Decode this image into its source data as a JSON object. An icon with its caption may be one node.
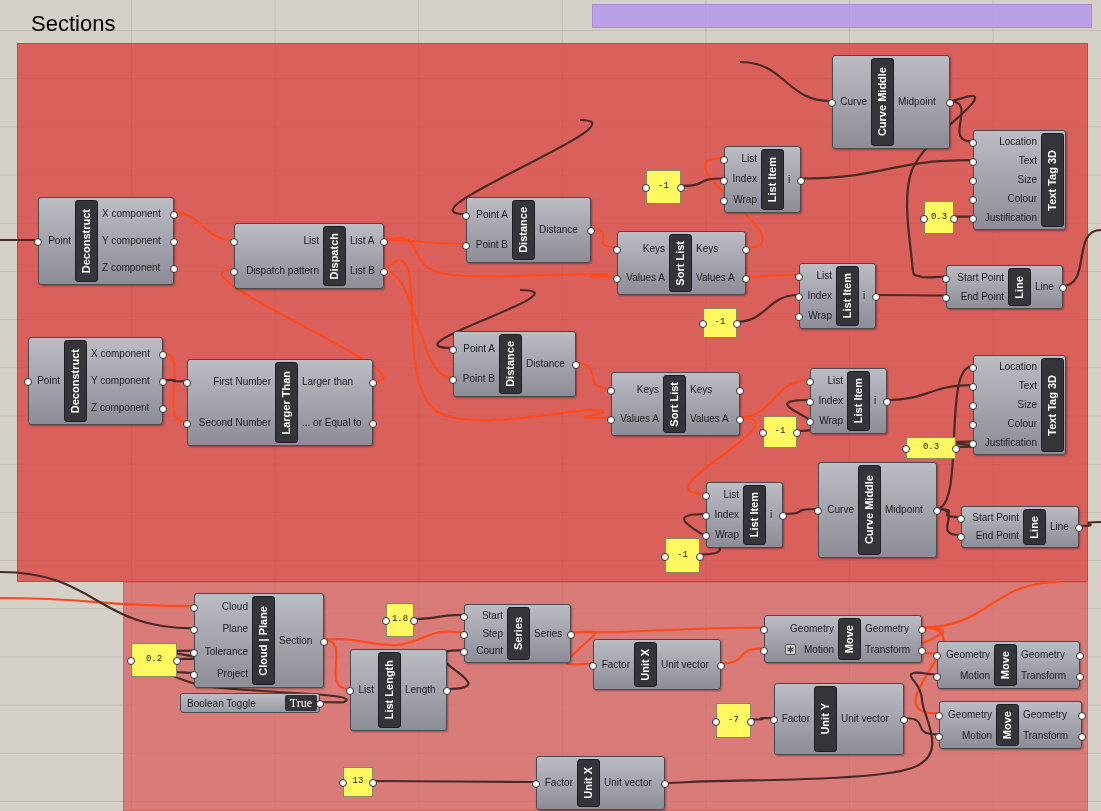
{
  "diagram": {
    "nodes": [
      {
        "text": [
          "Sections"
        ]
      },
      {
        "text": [],
        "shape": "box"
      },
      {
        "text": [],
        "shape": "box"
      },
      {
        "text": [
          "Deconstruct",
          "Point",
          "X component",
          "Y component",
          "Z component"
        ],
        "in": 0
      },
      {
        "text": [
          "Dispatch",
          "List",
          "Dispatch pattern",
          "List A",
          "List B"
        ],
        "in": 0
      },
      {
        "text": [
          "Distance",
          "Point A",
          "Point B",
          "Distance"
        ],
        "in": 0
      },
      {
        "text": [
          "Curve Middle",
          "Curve",
          "Midpoint"
        ],
        "in": 0
      },
      {
        "text": [
          "List Item",
          "List",
          "Index",
          "Wrap",
          "i"
        ],
        "in": 0
      },
      {
        "text": [
          "-1"
        ],
        "in": 0
      },
      {
        "text": [
          "Text Tag 3D",
          "Location",
          "Text",
          "Size",
          "Colour",
          "Justification"
        ],
        "in": 0
      },
      {
        "text": [
          "0.3"
        ],
        "in": 0
      },
      {
        "text": [
          "Sort List",
          "Keys",
          "Values A",
          "Keys",
          "Values A"
        ],
        "in": 0
      },
      {
        "text": [
          "List Item",
          "List",
          "Index",
          "Wrap",
          "i"
        ],
        "in": 0
      },
      {
        "text": [
          "Line",
          "Start Point",
          "End Point",
          "Line"
        ],
        "in": 0
      },
      {
        "text": [
          "-1"
        ],
        "in": 0
      },
      {
        "text": [
          "Deconstruct",
          "Point",
          "X component",
          "Y component",
          "Z component"
        ],
        "in": 0
      },
      {
        "text": [
          "Larger Than",
          "First Number",
          "Second Number",
          "Larger than",
          "... or Equal to"
        ],
        "in": 0
      },
      {
        "text": [
          "Distance",
          "Point A",
          "Point B",
          "Distance"
        ],
        "in": 0
      },
      {
        "text": [
          "Sort List",
          "Keys",
          "Values A",
          "Keys",
          "Values A"
        ],
        "in": 0
      },
      {
        "text": [
          "List Item",
          "List",
          "Index",
          "Wrap",
          "i"
        ],
        "in": 0
      },
      {
        "text": [
          "-1"
        ],
        "in": 0
      },
      {
        "text": [
          "Text Tag 3D",
          "Location",
          "Text",
          "Size",
          "Colour",
          "Justification"
        ],
        "in": 0
      },
      {
        "text": [
          "0.3"
        ],
        "in": 0
      },
      {
        "text": [
          "List Item",
          "List",
          "Index",
          "Wrap",
          "i"
        ],
        "in": 0
      },
      {
        "text": [
          "-1"
        ],
        "in": 0
      },
      {
        "text": [
          "Curve Middle",
          "Curve",
          "Midpoint"
        ],
        "in": 0
      },
      {
        "text": [
          "Line",
          "Start Point",
          "End Point",
          "Line"
        ],
        "in": 0
      },
      {
        "text": [
          "Cloud | Plane",
          "Cloud",
          "Plane",
          "Tolerance",
          "Project",
          "Section"
        ],
        "in": 1
      },
      {
        "text": [
          "0.2"
        ],
        "in": 1
      },
      {
        "text": [
          "Boolean Toggle",
          "True"
        ],
        "in": 1
      },
      {
        "text": [
          "1.8"
        ],
        "in": 1
      },
      {
        "text": [
          "Series",
          "Start",
          "Step",
          "Count",
          "Series"
        ],
        "in": 1
      },
      {
        "text": [
          "List Length",
          "List",
          "Length"
        ],
        "in": 1
      },
      {
        "text": [
          "Unit X",
          "Factor",
          "Unit vector"
        ],
        "in": 1
      },
      {
        "text": [
          "Move",
          "Geometry",
          "Motion",
          "Geometry",
          "Transform"
        ],
        "in": 1
      },
      {
        "text": [
          "Move",
          "Geometry",
          "Motion",
          "Geometry",
          "Transform"
        ],
        "in": 1
      },
      {
        "text": [
          "Unit Y",
          "Factor",
          "Unit vector"
        ],
        "in": 1
      },
      {
        "text": [
          "-7"
        ],
        "in": 1
      },
      {
        "text": [
          "Move",
          "Geometry",
          "Motion",
          "Geometry",
          "Transform"
        ],
        "in": 1
      },
      {
        "text": [
          "13"
        ],
        "in": 1
      },
      {
        "text": [
          "Unit X",
          "Factor",
          "Unit vector"
        ],
        "in": 1
      }
    ],
    "edges": [
      {
        "from": null,
        "to": 3,
        "arrow": "none"
      },
      {
        "from": 3,
        "to": 4,
        "arrow": "none",
        "color": "#ff4a1a"
      },
      {
        "from": 15,
        "to": 16,
        "arrow": "none",
        "color": "#ff4a1a"
      },
      {
        "from": 15,
        "to": 16,
        "arrow": "none"
      },
      {
        "from": 16,
        "to": 4,
        "arrow": "none",
        "color": "#ff4a1a"
      },
      {
        "from": 4,
        "to": 5,
        "arrow": "none",
        "color": "#ff4a1a"
      },
      {
        "from": 4,
        "to": 17,
        "arrow": "none",
        "color": "#ff4a1a"
      },
      {
        "from": null,
        "to": 5,
        "arrow": "none"
      },
      {
        "from": null,
        "to": 17,
        "arrow": "none"
      },
      {
        "from": 5,
        "to": 11,
        "arrow": "none",
        "color": "#ff4a1a"
      },
      {
        "from": 4,
        "to": 11,
        "arrow": "none",
        "color": "#ff4a1a"
      },
      {
        "from": 11,
        "to": 7,
        "arrow": "none",
        "color": "#ff4a1a"
      },
      {
        "from": 8,
        "to": 7,
        "arrow": "none"
      },
      {
        "from": 11,
        "to": 12,
        "arrow": "none",
        "color": "#ff4a1a"
      },
      {
        "from": 7,
        "to": 9,
        "arrow": "none"
      },
      {
        "from": 6,
        "to": 9,
        "arrow": "none"
      },
      {
        "from": 10,
        "to": 9,
        "arrow": "none"
      },
      {
        "from": 14,
        "to": 12,
        "arrow": "none"
      },
      {
        "from": 12,
        "to": 13,
        "arrow": "none"
      },
      {
        "from": null,
        "to": 6,
        "arrow": "none"
      },
      {
        "from": 6,
        "to": 13,
        "arrow": "none"
      },
      {
        "from": 13,
        "to": null,
        "arrow": "none"
      },
      {
        "from": 17,
        "to": 18,
        "arrow": "none",
        "color": "#ff4a1a"
      },
      {
        "from": 4,
        "to": 18,
        "arrow": "none",
        "color": "#ff4a1a"
      },
      {
        "from": 18,
        "to": 19,
        "arrow": "none",
        "color": "#ff4a1a"
      },
      {
        "from": 18,
        "to": 23,
        "arrow": "none",
        "color": "#ff4a1a"
      },
      {
        "from": 20,
        "to": 19,
        "arrow": "none"
      },
      {
        "from": 24,
        "to": 23,
        "arrow": "none"
      },
      {
        "from": 23,
        "to": 25,
        "arrow": "none"
      },
      {
        "from": 19,
        "to": 21,
        "arrow": "none"
      },
      {
        "from": 25,
        "to": 21,
        "arrow": "none"
      },
      {
        "from": 22,
        "to": 21,
        "arrow": "none"
      },
      {
        "from": 25,
        "to": 26,
        "arrow": "none"
      },
      {
        "from": 25,
        "to": 26,
        "arrow": "none"
      },
      {
        "from": 26,
        "to": null,
        "arrow": "none"
      },
      {
        "from": null,
        "to": 27,
        "arrow": "none",
        "color": "#ff4a1a"
      },
      {
        "from": null,
        "to": 27,
        "arrow": "none"
      },
      {
        "from": 28,
        "to": 27,
        "arrow": "none"
      },
      {
        "from": 29,
        "to": 27,
        "arrow": "none"
      },
      {
        "from": 27,
        "to": 31,
        "arrow": "none",
        "color": "#ff4a1a"
      },
      {
        "from": 27,
        "to": 32,
        "arrow": "none",
        "color": "#ff4a1a"
      },
      {
        "from": 30,
        "to": 31,
        "arrow": "none"
      },
      {
        "from": 32,
        "to": 31,
        "arrow": "none"
      },
      {
        "from": 31,
        "to": 34,
        "arrow": "none",
        "color": "#ff4a1a"
      },
      {
        "from": 31,
        "to": 33,
        "arrow": "none",
        "color": "#ff4a1a"
      },
      {
        "from": 33,
        "to": 34,
        "arrow": "none",
        "color": "#ff4a1a"
      },
      {
        "from": 34,
        "to": 35,
        "arrow": "none",
        "color": "#ff4a1a"
      },
      {
        "from": 34,
        "to": 38,
        "arrow": "none",
        "color": "#ff4a1a"
      },
      {
        "from": 34,
        "to": null,
        "arrow": "none",
        "color": "#ff4a1a"
      },
      {
        "from": 37,
        "to": 36,
        "arrow": "none"
      },
      {
        "from": 36,
        "to": 38,
        "arrow": "none"
      },
      {
        "from": 40,
        "to": 35,
        "arrow": "none"
      },
      {
        "from": 39,
        "to": 40,
        "arrow": "none"
      }
    ]
  }
}
